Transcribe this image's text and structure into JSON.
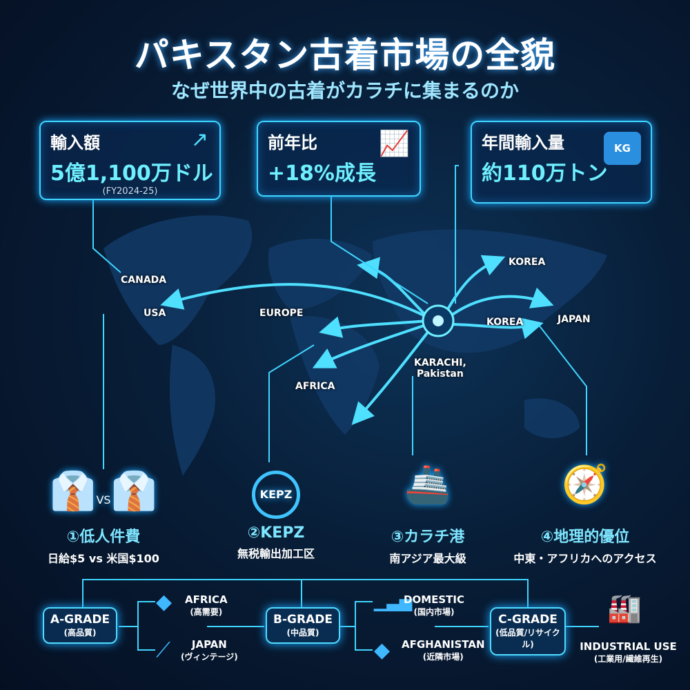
{
  "header": {
    "title": "パキスタン古着市場の全貌",
    "subtitle": "なぜ世界中の古着がカラチに集まるのか"
  },
  "stats": [
    {
      "label": "輸入額",
      "value": "5億1,100万ドル",
      "note": "(FY2024-25)",
      "icon": "trend-up-icon"
    },
    {
      "label": "前年比",
      "value": "+18%成長",
      "icon": "bar-chart-growth-icon"
    },
    {
      "label": "年間輸入量",
      "value": "約110万トン",
      "icon": "weight-icon",
      "icon_text": "KG"
    }
  ],
  "map": {
    "labels": [
      "CANADA",
      "USA",
      "EUROPE",
      "AFRICA",
      "KOREA",
      "KOREA",
      "JAPAN"
    ],
    "hub": "KARACHI,\nPakistan",
    "hub_line1": "KARACHI,",
    "hub_line2": "Pakistan"
  },
  "features": [
    {
      "title": "①低人件費",
      "sub": "日給$5 vs 米国$100",
      "icon": "businessmen-vs-icon",
      "icon_text": "VS"
    },
    {
      "title": "②KEPZ",
      "sub": "無税輸出加工区",
      "icon": "gear-icon",
      "icon_text": "KEPZ"
    },
    {
      "title": "③カラチ港",
      "sub": "南アジア最大級",
      "icon": "cargo-ship-icon"
    },
    {
      "title": "④地理的優位",
      "sub": "中東・アフリカへのアクセス",
      "icon": "compass-icon"
    }
  ],
  "flow": {
    "grades": [
      {
        "name": "A-GRADE",
        "note": "(高品質)"
      },
      {
        "name": "B-GRADE",
        "note": "(中品質)"
      },
      {
        "name": "C-GRADE",
        "note": "(低品質/リサイクル)"
      }
    ],
    "destinations": [
      {
        "name": "AFRICA",
        "note": "(高需要)",
        "icon": "africa-icon"
      },
      {
        "name": "JAPAN",
        "note": "(ヴィンテージ)",
        "icon": "japan-icon"
      },
      {
        "name": "DOMESTIC",
        "note": "(国内市場)",
        "icon": "bar-chart-icon"
      },
      {
        "name": "AFGHANISTAN",
        "note": "(近隣市場)",
        "icon": "afghanistan-icon"
      },
      {
        "name": "INDUSTRIAL USE",
        "note": "(工業用/繊維再生)",
        "icon": "factory-icon"
      }
    ]
  },
  "colors": {
    "accent": "#3fd6ff",
    "background": "#081e38",
    "value_text": "#6ff0ff"
  }
}
